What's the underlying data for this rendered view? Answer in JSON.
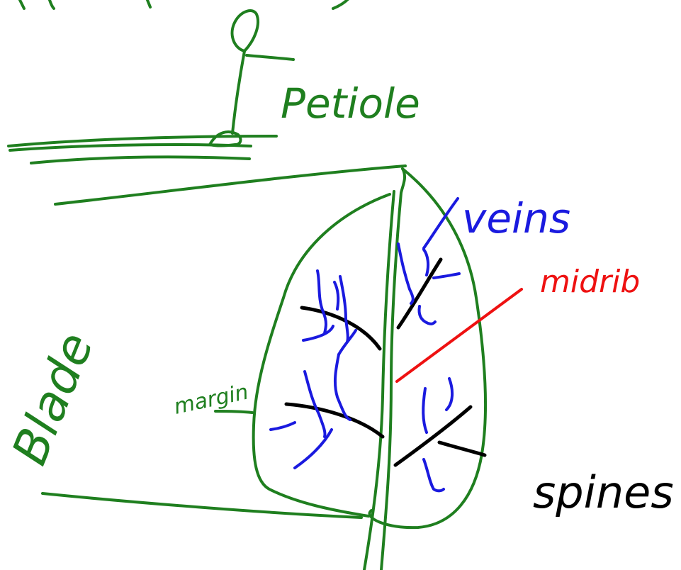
{
  "labels": {
    "petiole": "Petiole",
    "veins": "veins",
    "midrib": "midrib",
    "blade": "Blade",
    "margin": "margin",
    "spines": "spines"
  },
  "colors": {
    "background": "#ffffff",
    "green": "#1f7f1f",
    "blue": "#1a1adf",
    "red": "#ee1111",
    "black": "#000000"
  }
}
